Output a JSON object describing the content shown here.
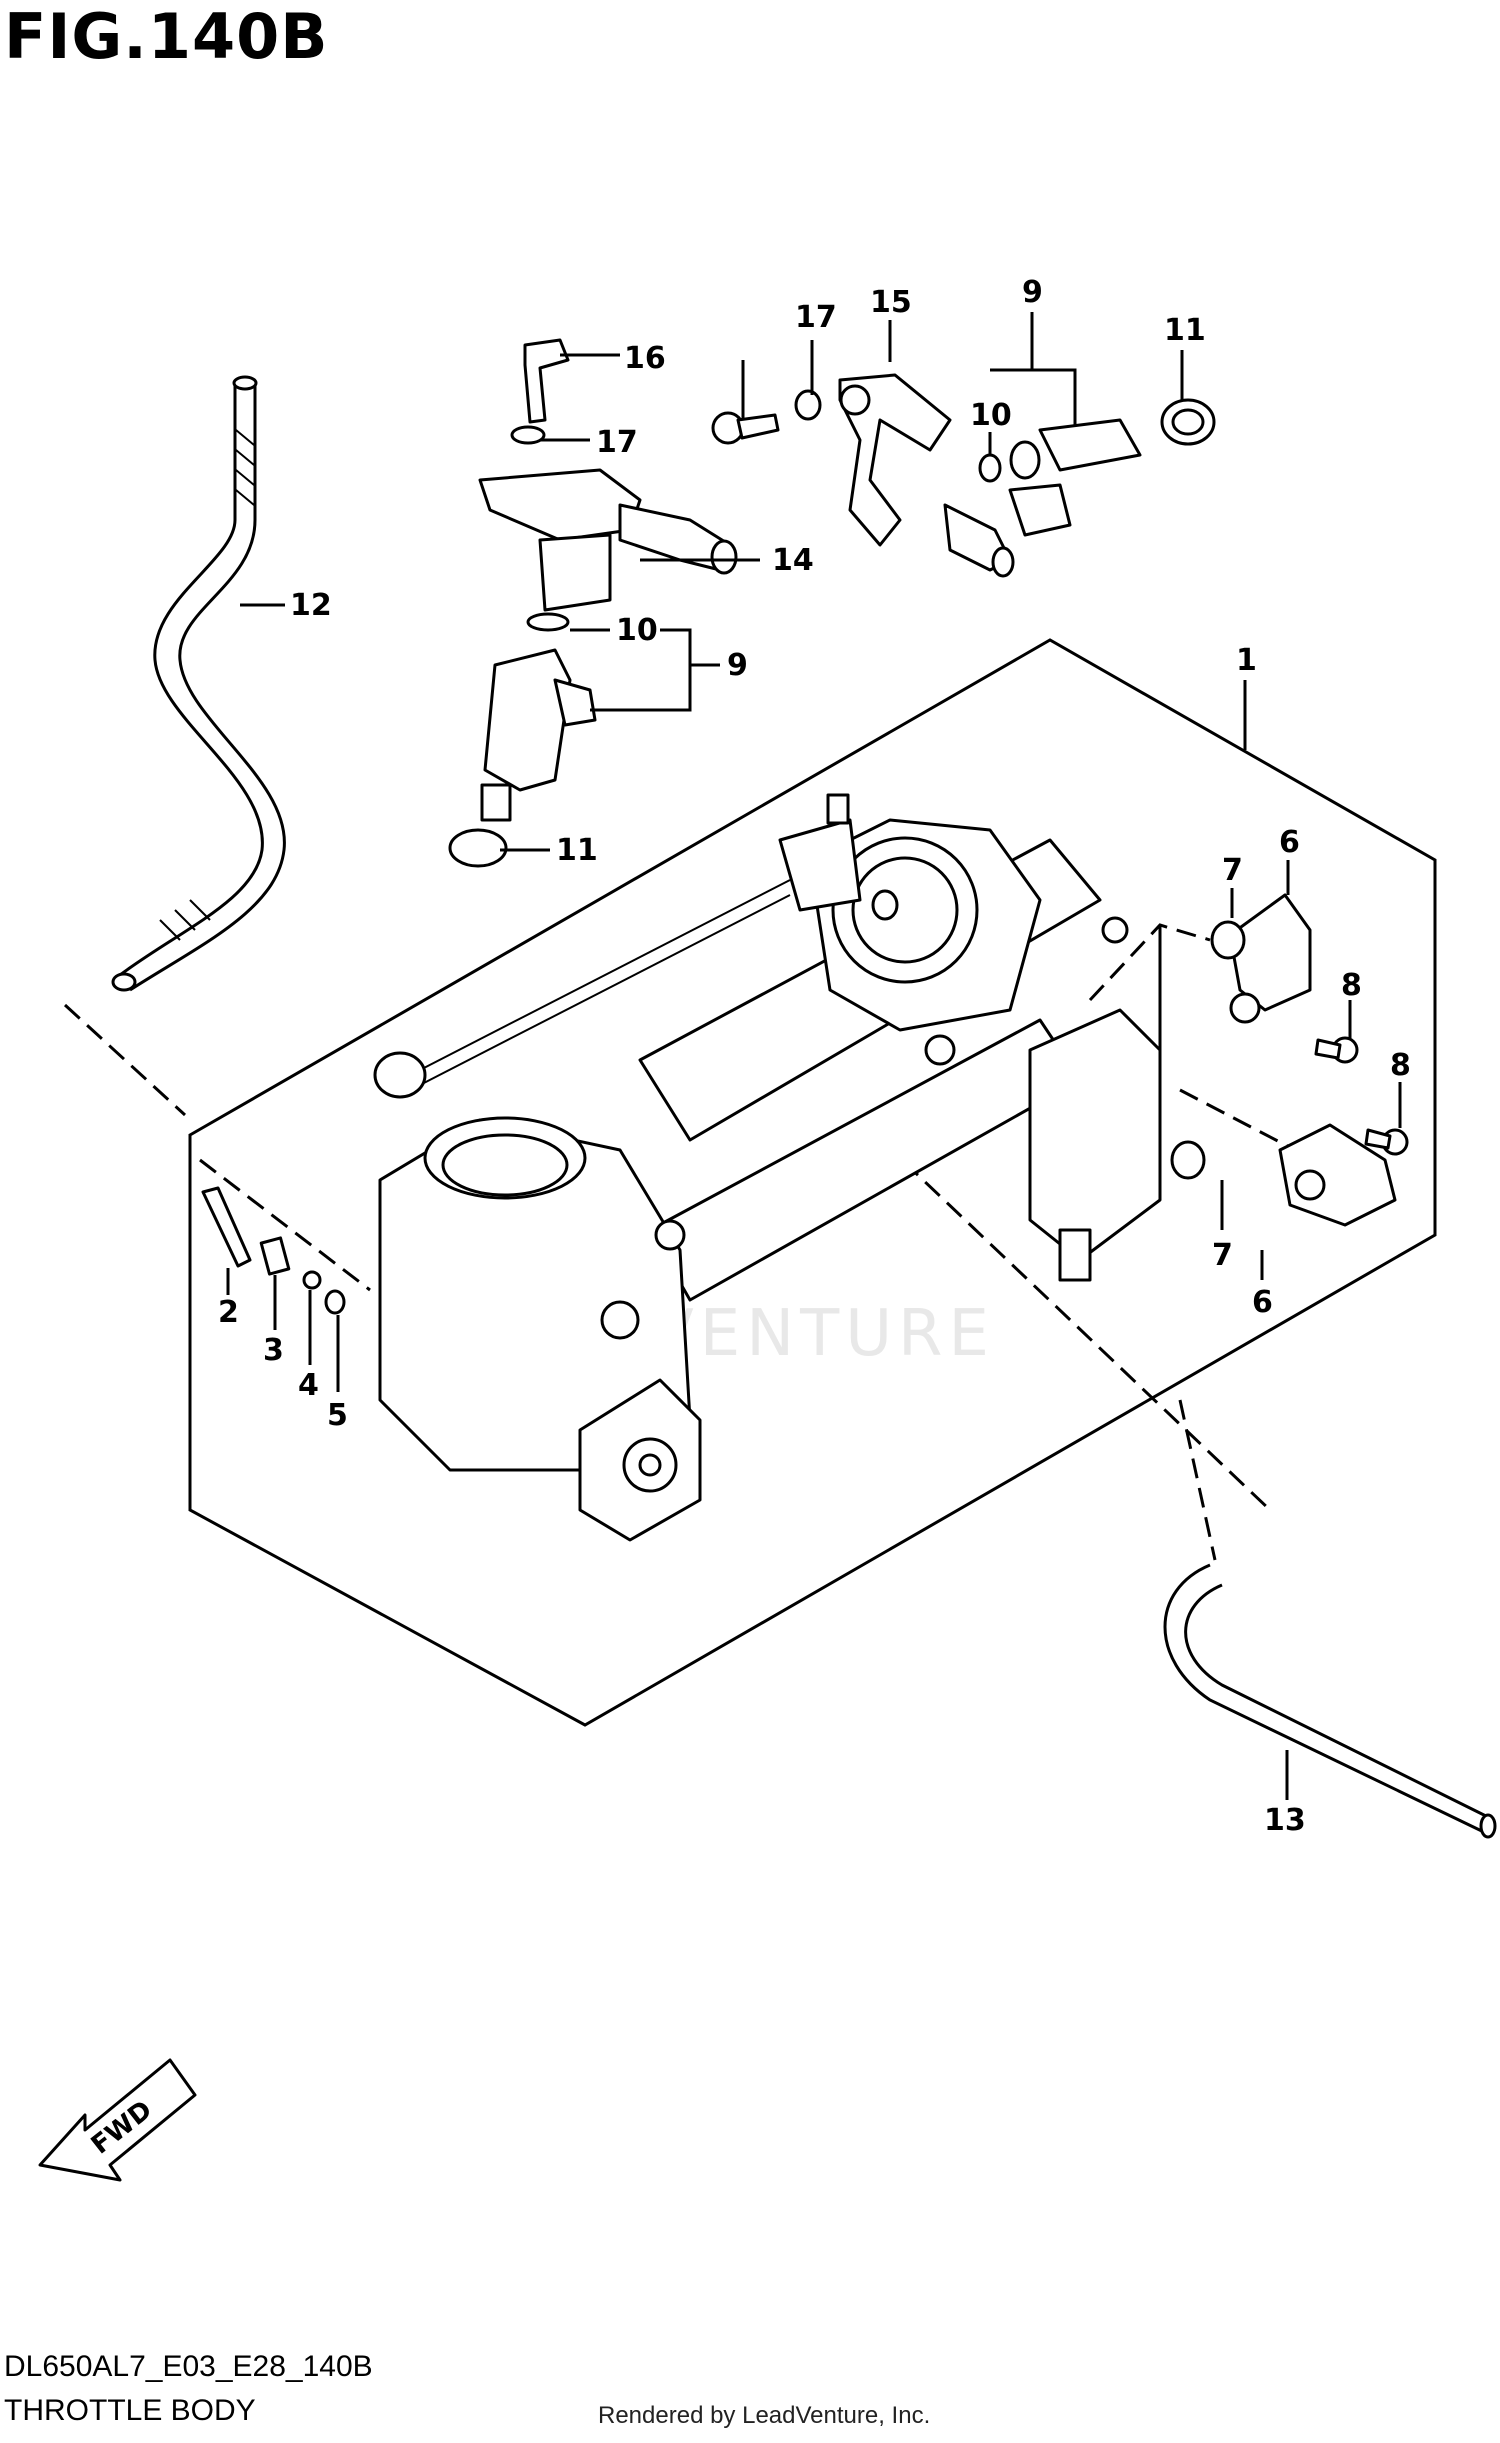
{
  "figure": {
    "title": "FIG.140B"
  },
  "footer": {
    "code": "DL650AL7_E03_E28_140B",
    "name": "THROTTLE BODY",
    "rendered_by": "Rendered by LeadVenture, Inc."
  },
  "watermark": "VENTURE",
  "fwd_label": "FWD",
  "callouts": {
    "c1": "1",
    "c2": "2",
    "c3": "3",
    "c4": "4",
    "c5": "5",
    "c6a": "6",
    "c6b": "6",
    "c7a": "7",
    "c7b": "7",
    "c8a": "8",
    "c8b": "8",
    "c9a": "9",
    "c9b": "9",
    "c10a": "10",
    "c10b": "10",
    "c11a": "11",
    "c11b": "11",
    "c12": "12",
    "c13": "13",
    "c14": "14",
    "c15": "15",
    "c16": "16",
    "c17a": "17",
    "c17b": "17"
  }
}
